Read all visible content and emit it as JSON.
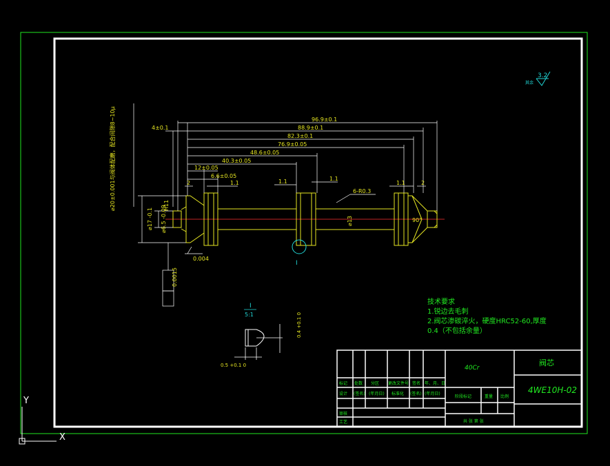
{
  "drawing": {
    "part_name": "阀芯",
    "drawing_number": "4WE10H-02",
    "material": "40Cr"
  },
  "roughness": {
    "general_label": "其余",
    "general_value": "3.2"
  },
  "dimensions": {
    "d1": "96.9±0.1",
    "d2": "88.9±0.1",
    "d3": "82.3±0.1",
    "d4": "76.9±0.05",
    "d5": "48.6±0.05",
    "d6": "40.3±0.05",
    "d7": "12±0.05",
    "d8": "6.6±0.05",
    "d9": "4±0.1",
    "g1": "1.1",
    "g2": "1.1",
    "g3": "1.1",
    "g4": "1.1",
    "g5": "2",
    "g6": "2",
    "groove": "6-R0.3",
    "dia_body": "⌀13",
    "dia_left": "⌀17 -0.1",
    "dia_small": "⌀6.5 -0.09",
    "fit_small": "H11",
    "angle": "90°",
    "top_note": "⌀20±0.001与阀体配磨，配合间隙8~10μ",
    "runout": "0.004",
    "cyl_tol": "0.0015",
    "detail_label": "I",
    "detail_scale": "I\n5:1",
    "detail_scale_top": "I",
    "detail_scale_bottom": "5:1",
    "detail_h": "0.4 +0.1 0",
    "detail_w": "0.5 +0.1 0"
  },
  "tech_requirements": {
    "title": "技术要求",
    "items": [
      "1.锐边去毛刺",
      "2.阀芯渗碳淬火，硬度HRC52-60,厚度",
      "0.4（不包括余量）"
    ]
  },
  "title_block": {
    "row1": [
      "标记",
      "处数",
      "分区",
      "更改文件号",
      "签名",
      "年、月、日"
    ],
    "row2": [
      "设计",
      "(签名)",
      "(年月日)",
      "标准化",
      "(签名)",
      "(年月日)"
    ],
    "row3": [
      "审核"
    ],
    "row4": [
      "工艺"
    ],
    "stage_label": "阶段标记",
    "weight_label": "重量",
    "scale_label": "比例",
    "sheets": "共  张  第  张"
  },
  "ucs": {
    "x": "X",
    "y": "Y"
  }
}
